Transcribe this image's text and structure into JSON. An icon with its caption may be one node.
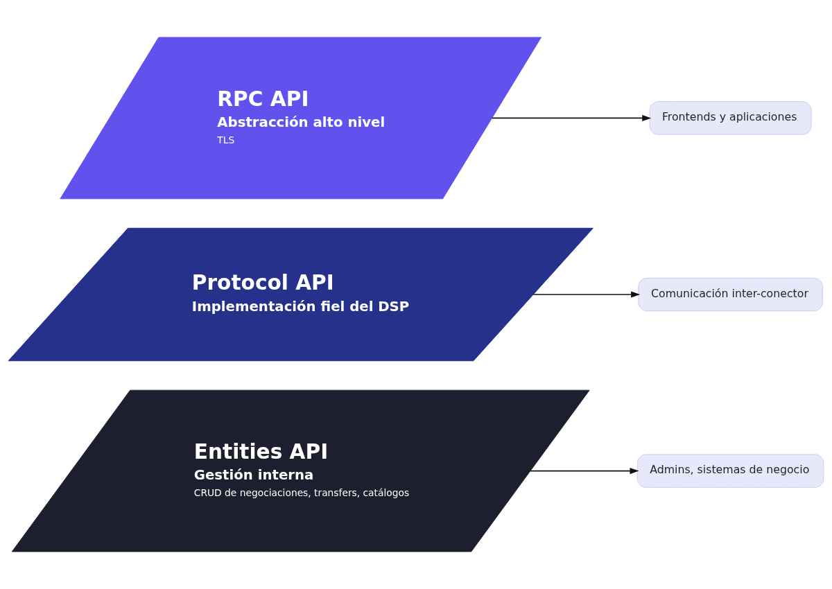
{
  "diagram": {
    "nodes": [
      {
        "text": [
          "Entities API",
          "Gestión interna",
          "CRUD de negociaciones, transfers, catálogos"
        ]
      },
      {
        "text": [
          "Admins, sistemas de negocio"
        ]
      },
      {
        "text": [
          "Protocol API",
          "Implementación fiel del DSP"
        ]
      },
      {
        "text": [
          "Comunicación inter-conector"
        ]
      },
      {
        "text": [
          "RPC API",
          "Abstracción alto nivel",
          "TLS"
        ]
      },
      {
        "text": [
          "Frontends y aplicaciones"
        ]
      }
    ],
    "edges": [
      {
        "from": 0,
        "to": 1,
        "arrow": "to"
      },
      {
        "from": 2,
        "to": 3,
        "arrow": "to"
      },
      {
        "from": 4,
        "to": 5,
        "arrow": "to"
      }
    ]
  }
}
